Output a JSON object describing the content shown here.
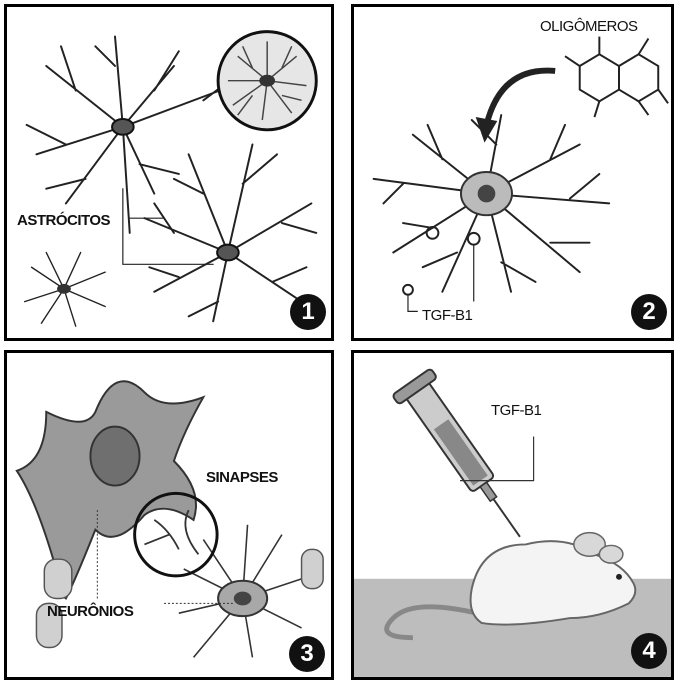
{
  "panels": [
    {
      "label": "ASTRÓCITOS",
      "number": "1"
    },
    {
      "label_top": "OLIGÔMEROS",
      "label_bottom": "TGF-B1",
      "number": "2"
    },
    {
      "label_top": "SINAPSES",
      "label_bottom": "NEURÔNIOS",
      "number": "3"
    },
    {
      "label": "TGF-B1",
      "number": "4"
    }
  ]
}
